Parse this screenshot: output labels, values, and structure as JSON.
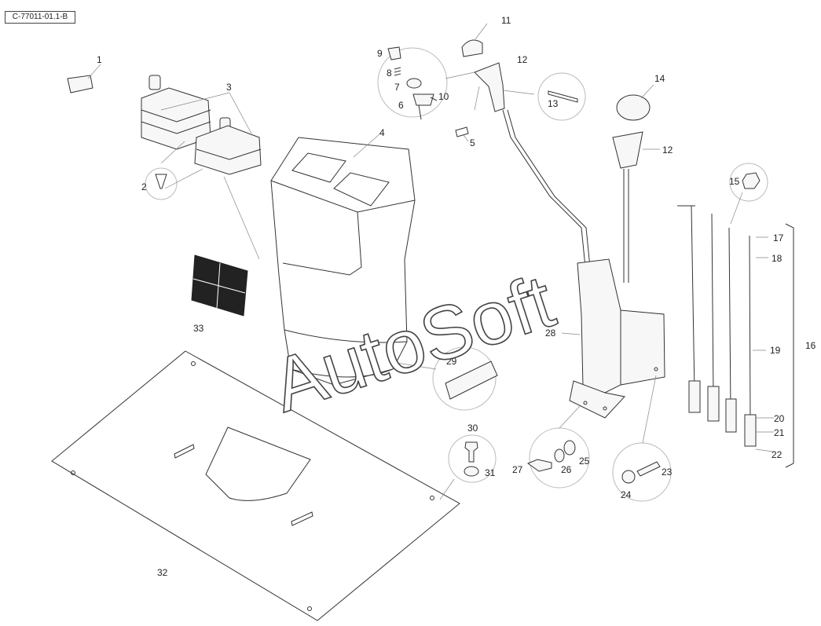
{
  "drawing_code": "C-77011-01.1-B",
  "watermark": "AutoSoft",
  "callouts": {
    "c1": "1",
    "c2": "2",
    "c3": "3",
    "c4": "4",
    "c5": "5",
    "c6": "6",
    "c7": "7",
    "c8": "8",
    "c9": "9",
    "c10": "10",
    "c11": "11",
    "c12a": "12",
    "c12b": "12",
    "c13": "13",
    "c14": "14",
    "c15": "15",
    "c16": "16",
    "c17": "17",
    "c18": "18",
    "c19": "19",
    "c20": "20",
    "c21": "21",
    "c22": "22",
    "c23": "23",
    "c24": "24",
    "c25": "25",
    "c26": "26",
    "c27": "27",
    "c28": "28",
    "c29": "29",
    "c30": "30",
    "c31": "31",
    "c32": "32",
    "c33": "33"
  }
}
